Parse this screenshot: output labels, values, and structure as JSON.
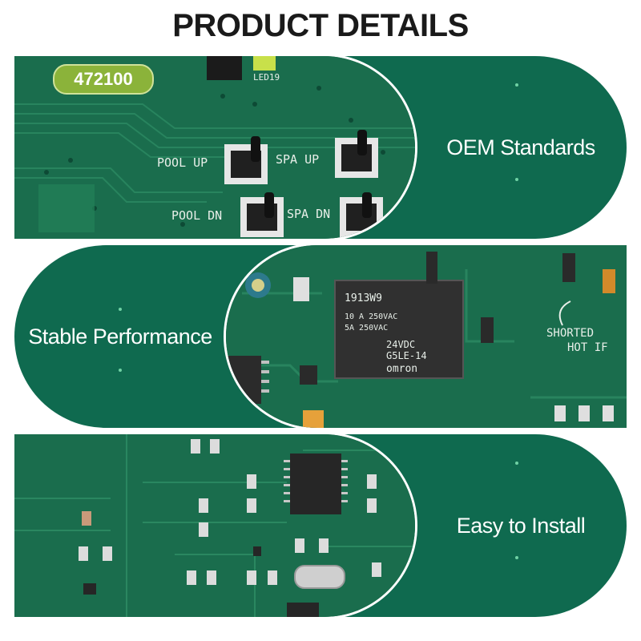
{
  "title": "PRODUCT DETAILS",
  "badge": "472100",
  "features": [
    {
      "label": "OEM Standards"
    },
    {
      "label": "Stable Performance"
    },
    {
      "label": "Easy to Install"
    }
  ],
  "board_text": {
    "pool_up": "POOL UP",
    "spa_up": "SPA UP",
    "pool_dn": "POOL DN",
    "spa_dn": "SPA DN",
    "led": "LED19",
    "relay_brand": "omron",
    "relay_model": "G5LE-14",
    "relay_voltage": "24VDC",
    "relay_rating1": "10 A 250VAC",
    "relay_rating2": "5A 250VAC",
    "relay_code": "1913W9",
    "hot_if": "HOT IF",
    "shorted": "SHORTED"
  },
  "colors": {
    "pill": "#0f6a4f",
    "board": "#176a4b",
    "badge": "#8bb33a"
  }
}
